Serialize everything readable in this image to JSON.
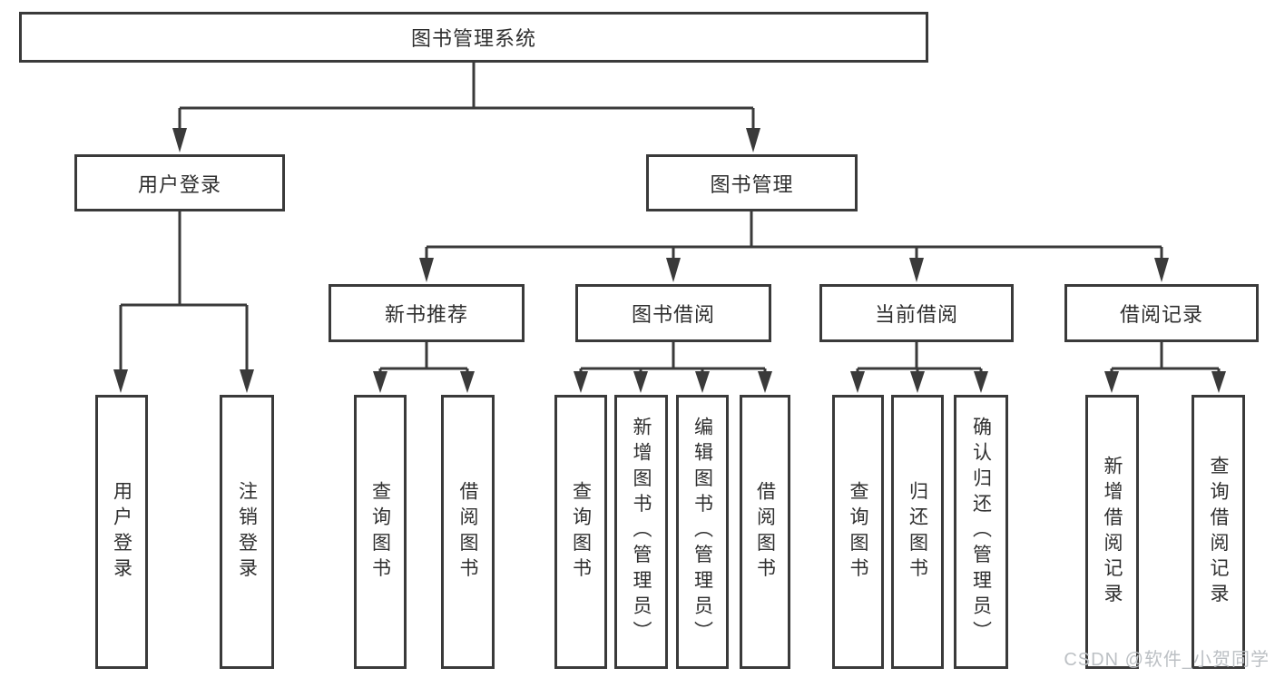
{
  "diagram": {
    "root": {
      "label": "图书管理系统"
    },
    "branches": [
      {
        "label": "用户登录",
        "children": [
          {
            "label": "用户登录"
          },
          {
            "label": "注销登录"
          }
        ]
      },
      {
        "label": "图书管理",
        "children": [
          {
            "label": "新书推荐",
            "children": [
              {
                "label": "查询图书"
              },
              {
                "label": "借阅图书"
              }
            ]
          },
          {
            "label": "图书借阅",
            "children": [
              {
                "label": "查询图书"
              },
              {
                "label": "新增图书（管理员）"
              },
              {
                "label": "编辑图书（管理员）"
              },
              {
                "label": "借阅图书"
              }
            ]
          },
          {
            "label": "当前借阅",
            "children": [
              {
                "label": "查询图书"
              },
              {
                "label": "归还图书"
              },
              {
                "label": "确认归还（管理员）"
              }
            ]
          },
          {
            "label": "借阅记录",
            "children": [
              {
                "label": "新增借阅记录"
              },
              {
                "label": "查询借阅记录"
              }
            ]
          }
        ]
      }
    ],
    "colors": {
      "line": "#3a3a3a",
      "border": "#3a3a3a",
      "text": "#2f2f2f",
      "background": "#ffffff",
      "watermark": "#bcc0c4"
    }
  },
  "watermark": {
    "text": "CSDN @软件_小贺同学"
  }
}
